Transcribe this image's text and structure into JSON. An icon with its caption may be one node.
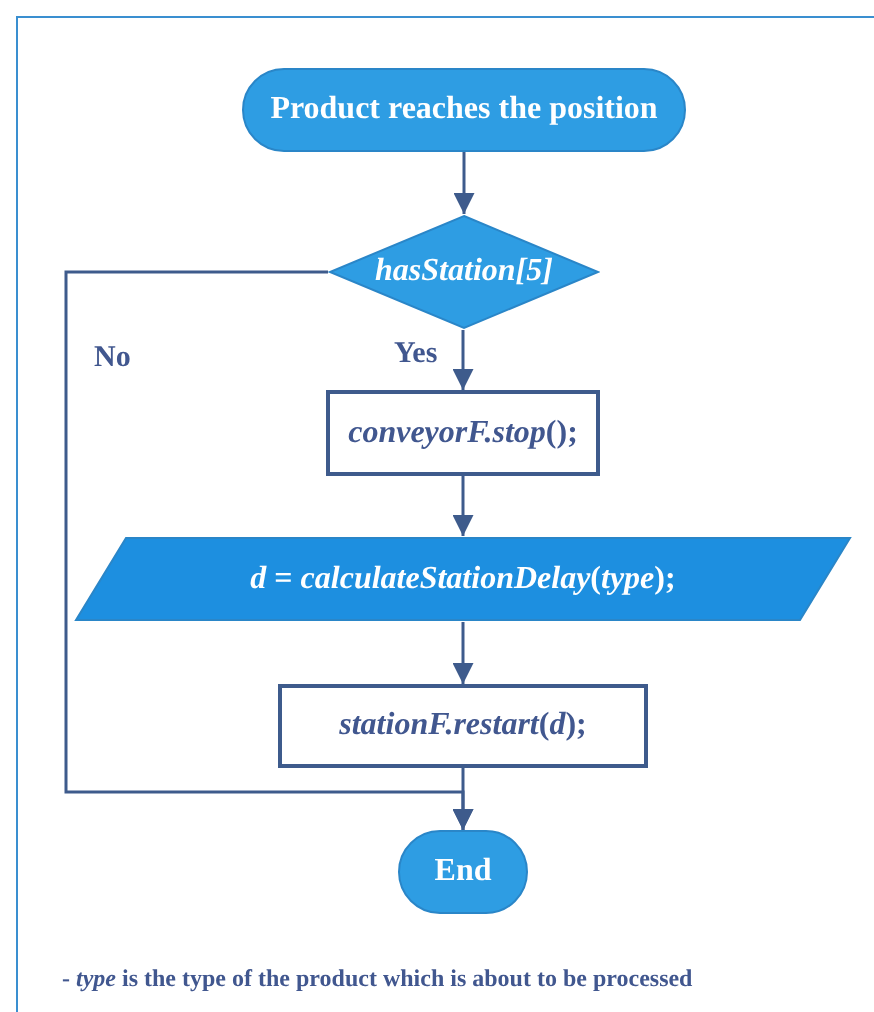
{
  "diagram": {
    "nodes": [
      {
        "text": [
          "Product reaches the position"
        ]
      },
      {
        "text": [
          "hasStation[5]"
        ]
      },
      {
        "text": [
          "*conveyorF.stop*();"
        ]
      },
      {
        "text": [
          "*d* = *calculateStationDelay*(*type*);"
        ]
      },
      {
        "text": [
          "*stationF.restart*(*d*);"
        ]
      },
      {
        "text": [
          "End"
        ]
      }
    ],
    "edges": [
      {
        "from": 0,
        "to": 1,
        "arrow": "to"
      },
      {
        "from": 1,
        "to": 2,
        "arrow": "to",
        "label": "Yes"
      },
      {
        "from": 2,
        "to": 3,
        "arrow": "to"
      },
      {
        "from": 3,
        "to": 4,
        "arrow": "to"
      },
      {
        "from": 4,
        "to": 5,
        "arrow": "to"
      },
      {
        "from": 1,
        "to": 5,
        "arrow": "to",
        "label": "No"
      }
    ],
    "labels": [
      "- *type* is the type of the product which is about to be processed"
    ]
  }
}
